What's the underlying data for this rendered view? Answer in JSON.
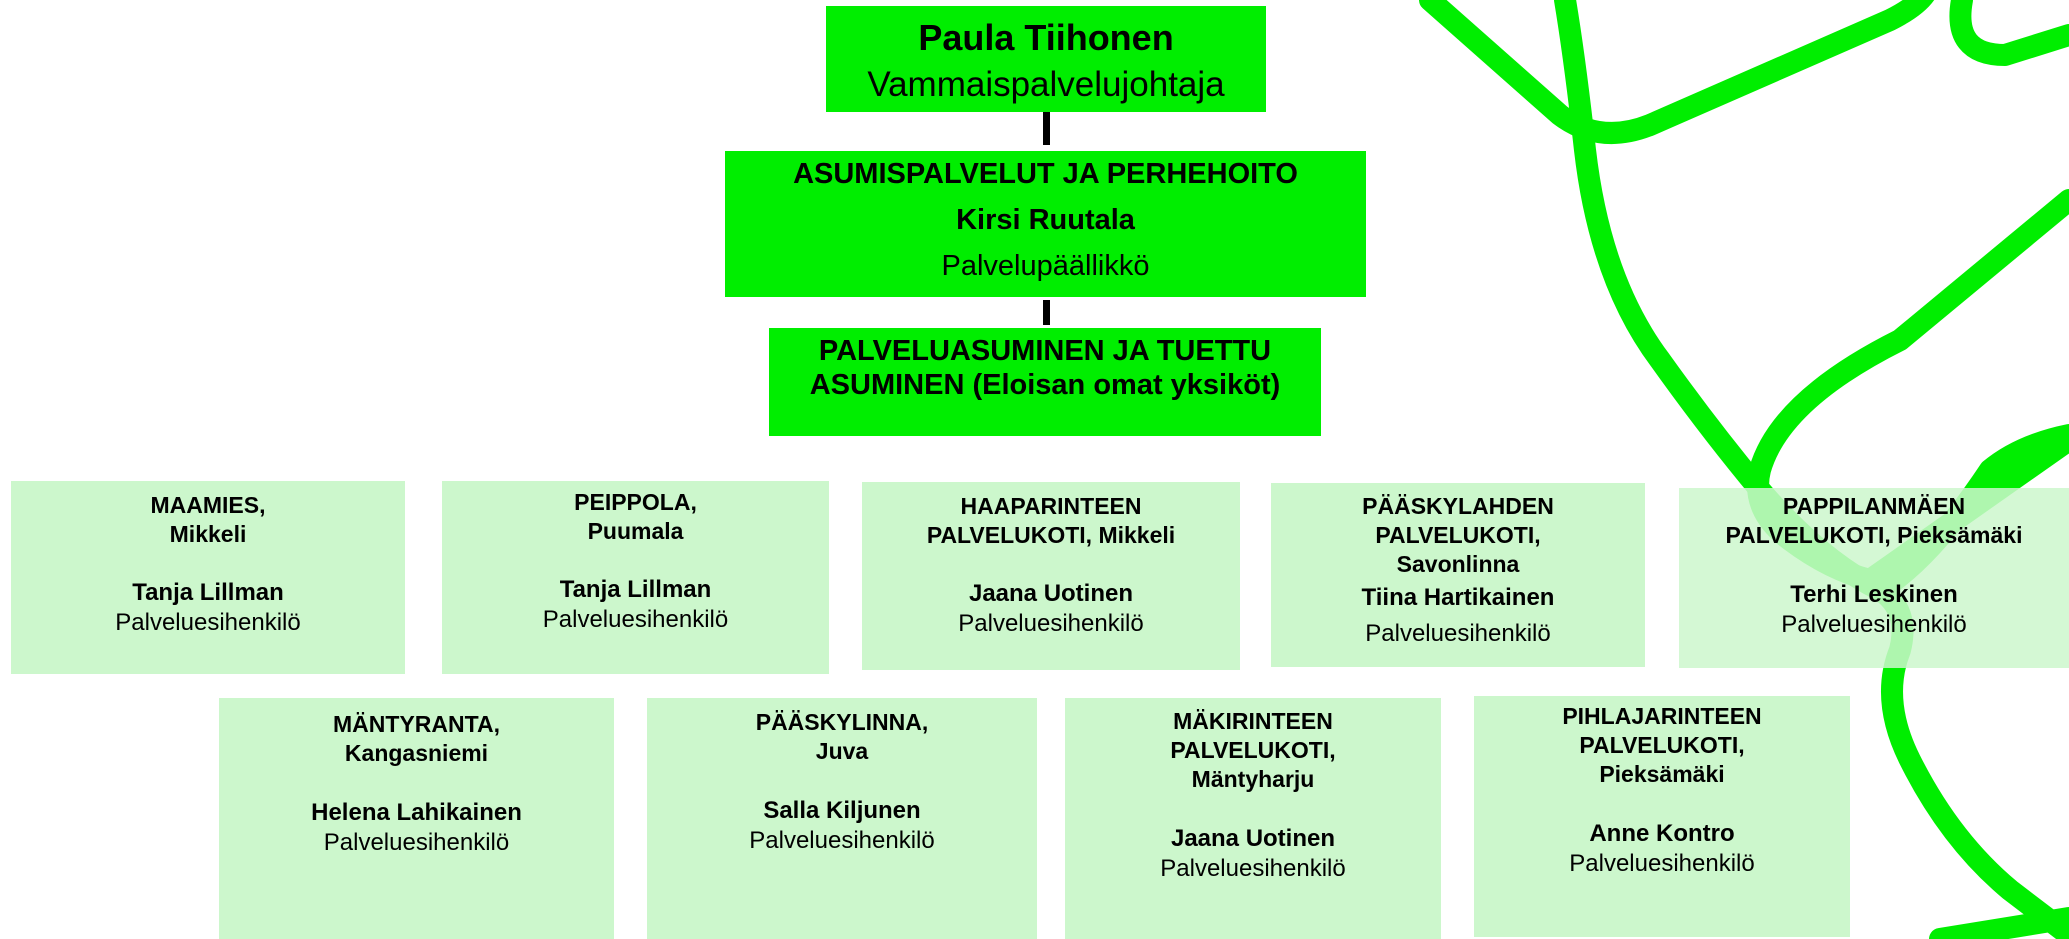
{
  "director": {
    "name": "Paula Tiihonen",
    "title": "Vammaispalvelujohtaja"
  },
  "service_area": {
    "heading": "ASUMISPALVELUT JA PERHEHOITO",
    "name": "Kirsi Ruutala",
    "title": "Palvelupäällikkö"
  },
  "section": {
    "line1": "PALVELUASUMINEN JA TUETTU",
    "line2": "ASUMINEN (Eloisan omat yksiköt)"
  },
  "units_row1": [
    {
      "title": [
        "MAAMIES,",
        "Mikkeli"
      ],
      "person": "Tanja Lillman",
      "role": "Palveluesihenkilö"
    },
    {
      "title": [
        "PEIPPOLA,",
        "Puumala"
      ],
      "person": "Tanja Lillman",
      "role": "Palveluesihenkilö"
    },
    {
      "title": [
        "HAAPARINTEEN",
        "PALVELUKOTI, Mikkeli"
      ],
      "person": "Jaana Uotinen",
      "role": "Palveluesihenkilö"
    },
    {
      "title": [
        "PÄÄSKYLAHDEN",
        "PALVELUKOTI,",
        "Savonlinna"
      ],
      "person": "Tiina Hartikainen",
      "role": "Palveluesihenkilö"
    },
    {
      "title": [
        "PAPPILANMÄEN",
        "PALVELUKOTI, Pieksämäki"
      ],
      "person": "Terhi Leskinen",
      "role": "Palveluesihenkilö"
    }
  ],
  "units_row2": [
    {
      "title": [
        "MÄNTYRANTA,",
        "Kangasniemi"
      ],
      "person": "Helena Lahikainen",
      "role": "Palveluesihenkilö"
    },
    {
      "title": [
        "PÄÄSKYLINNA,",
        "Juva"
      ],
      "person": "Salla Kiljunen",
      "role": "Palveluesihenkilö"
    },
    {
      "title": [
        "MÄKIRINTEEN",
        "PALVELUKOTI,",
        "Mäntyharju"
      ],
      "person": "Jaana Uotinen",
      "role": "Palveluesihenkilö"
    },
    {
      "title": [
        "PIHLAJARINTEEN",
        "PALVELUKOTI,",
        "Pieksämäki"
      ],
      "person": "Anne Kontro",
      "role": "Palveluesihenkilö"
    }
  ],
  "colors": {
    "top_box": "#00ee00",
    "unit_box": "#ccf7cc",
    "decor_line": "#00ee00"
  }
}
